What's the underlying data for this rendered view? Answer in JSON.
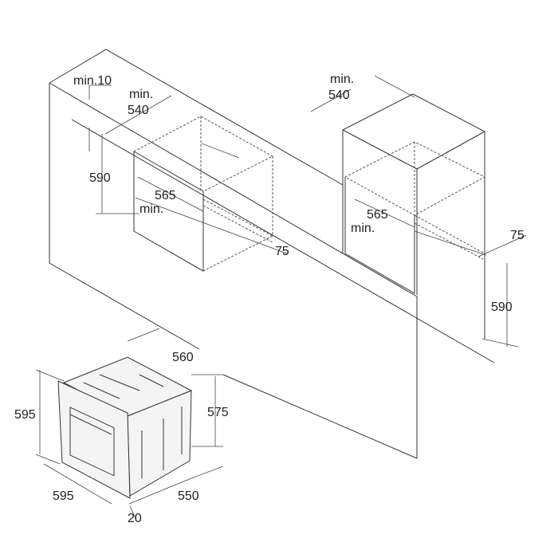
{
  "niche_under_counter": {
    "top_gap": "min.10",
    "depth_min_label": "min.",
    "depth": "540",
    "height": "590",
    "width": "565",
    "width_min_label": "min.",
    "vent": "75"
  },
  "niche_tall_cabinet": {
    "depth_min_label": "min.",
    "depth": "540",
    "width": "565",
    "width_min_label": "min.",
    "vent": "75",
    "height": "590"
  },
  "oven": {
    "height": "595",
    "width": "595",
    "body_depth": "560",
    "body_height": "575",
    "depth": "550",
    "front_thickness": "20"
  }
}
